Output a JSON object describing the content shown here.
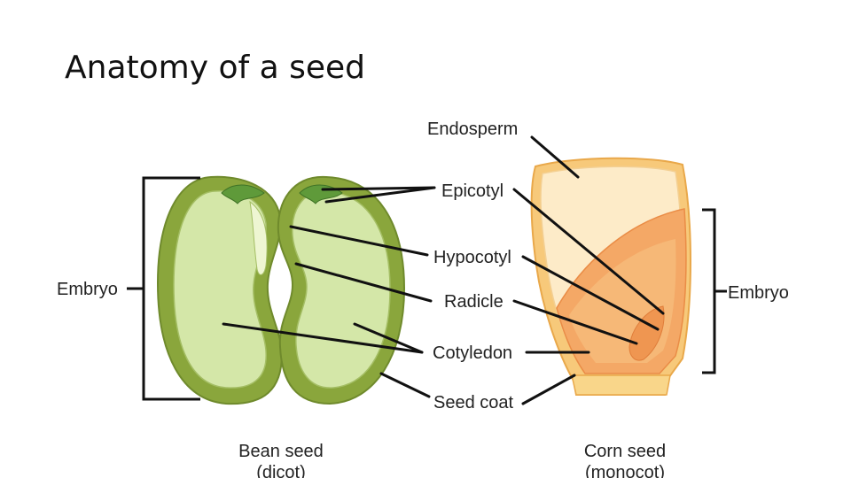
{
  "title": "Anatomy of a seed",
  "labels": {
    "endosperm": "Endosperm",
    "epicotyl": "Epicotyl",
    "hypocotyl": "Hypocotyl",
    "radicle": "Radicle",
    "cotyledon": "Cotyledon",
    "seed_coat": "Seed coat",
    "embryo_left": "Embryo",
    "embryo_right": "Embryo"
  },
  "captions": {
    "bean_name": "Bean seed",
    "bean_type": "(dicot)",
    "corn_name": "Corn seed",
    "corn_type": "(monocot)"
  },
  "colors": {
    "seed_coat_green": "#8aa63c",
    "cotyledon_green": "#d4e7a8",
    "epicotyl_leaf": "#5f9a3a",
    "corn_coat": "#f7c97a",
    "endosperm": "#fdebc8",
    "corn_embryo": "#f4a866"
  }
}
